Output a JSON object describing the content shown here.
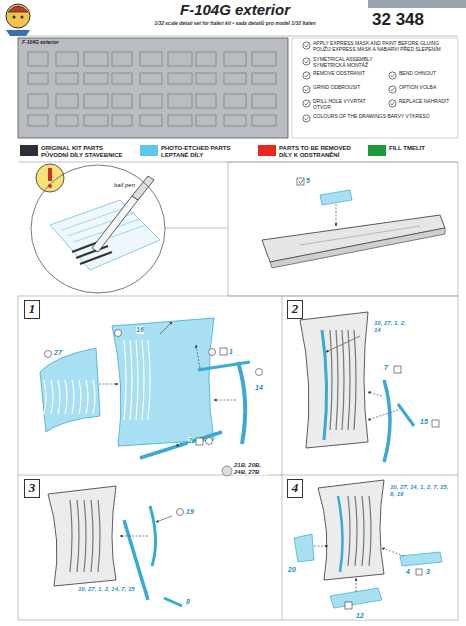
{
  "diagram": {
    "title": "F-104G exterior",
    "nodes": [
      {
        "text": [
          "1"
        ]
      },
      {
        "text": [
          "2"
        ]
      },
      {
        "text": [
          "3"
        ]
      },
      {
        "text": [
          "4"
        ]
      },
      {
        "text": [
          "ball pen"
        ]
      }
    ],
    "labels": [
      "1/32 scale detail set for Italeri kit • sada detailů pro model 1/32 Italeri",
      "32 348",
      "F-104G exterior",
      "5",
      "16",
      "27",
      "1",
      "14",
      "2",
      "21B, 20B, 24B, 27B",
      "10, 27, 1, 2, 14",
      "7",
      "15",
      "19",
      "10, 27, 1, 2, 14, 7, 15",
      "8",
      "10, 27, 14, 1, 2, 7, 15, 8, 19",
      "20",
      "4",
      "3",
      "12"
    ],
    "legend": [
      {
        "text": "APPLY EXPRESS MASK AND PAINT BEFORE GLUING POUŽIJ EXPRESS MASK A NABARVI PŘED SLEPENÍM"
      },
      {
        "text": "SYMETRICAL ASSEMBLY SYMETRICKÁ MONTÁŽ"
      },
      {
        "text": "REMOVE ODSTRANIT"
      },
      {
        "text": "GRIND ODBROUSIT"
      },
      {
        "text": "DRILL HOLE VYVRTAT OTVOR"
      },
      {
        "text": "BEND OHNOUT"
      },
      {
        "text": "OPTION VOLBA"
      },
      {
        "text": "REPLACE NAHRADIT"
      },
      {
        "text": "COLOURS OF THE DRAWINGS BARVY VÝKRESŮ"
      },
      {
        "text": "ORIGINAL KIT PARTS PŮVODNÍ DÍLY STAVEBNICE",
        "color": "#2b2f3a"
      },
      {
        "text": "PHOTO-ETCHED PARTS LEPTANÉ DÍLY",
        "color": "#5bc8ea"
      },
      {
        "text": "PARTS TO BE REMOVED DÍLY K ODSTRANĚNÍ",
        "color": "#e8281e"
      },
      {
        "text": "FILL TMELIT",
        "color": "#1a9a3a"
      }
    ]
  }
}
